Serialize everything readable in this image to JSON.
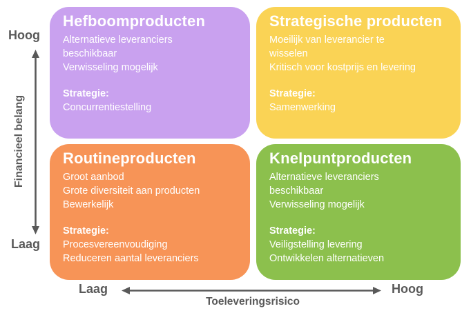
{
  "matrix": {
    "quadrants": [
      {
        "key": "hefboomproducten",
        "title": "Hefboomproducten",
        "characteristics": [
          "Alternatieve leveranciers",
          "beschikbaar",
          "Verwisseling mogelijk"
        ],
        "strategy_label": "Strategie:",
        "strategies": [
          "Concurrentiestelling"
        ],
        "color": "#c9a1ef"
      },
      {
        "key": "strategische-producten",
        "title": "Strategische producten",
        "characteristics": [
          "Moeilijk van leverancier te",
          "wisselen",
          "Kritisch voor kostprijs en levering"
        ],
        "strategy_label": "Strategie:",
        "strategies": [
          "Samenwerking"
        ],
        "color": "#fad355"
      },
      {
        "key": "routineproducten",
        "title": "Routineproducten",
        "characteristics": [
          "Groot aanbod",
          "Grote diversiteit aan producten",
          "Bewerkelijk"
        ],
        "strategy_label": "Strategie:",
        "strategies": [
          "Procesvereenvoudiging",
          "Reduceren aantal leveranciers"
        ],
        "color": "#f79457"
      },
      {
        "key": "knelpuntproducten",
        "title": "Knelpuntproducten",
        "characteristics": [
          "Alternatieve leveranciers",
          "beschikbaar",
          "Verwisseling mogelijk"
        ],
        "strategy_label": "Strategie:",
        "strategies": [
          "Veiligstelling levering",
          "Ontwikkelen alternatieven"
        ],
        "color": "#8cc04d"
      }
    ]
  },
  "y_axis": {
    "label": "Financieel belang",
    "top_label": "Hoog",
    "bottom_label": "Laag"
  },
  "x_axis": {
    "label": "Toeleveringsrisico",
    "left_label": "Laag",
    "right_label": "Hoog"
  },
  "colors": {
    "axis": "#595959",
    "quadrant_text": "#ffffff",
    "background": "#ffffff"
  }
}
